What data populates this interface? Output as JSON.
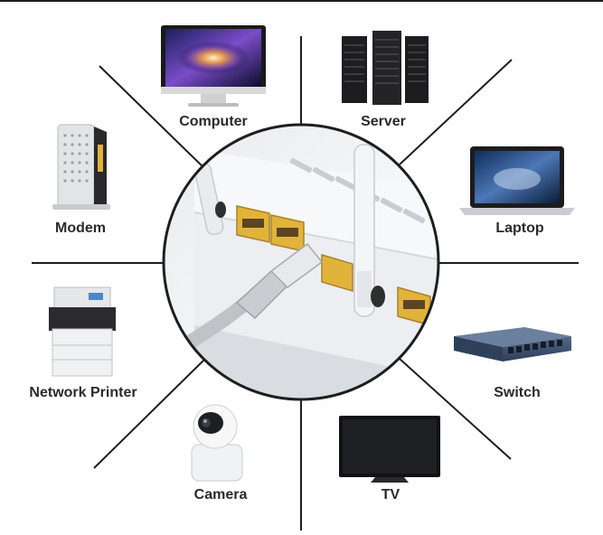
{
  "devices": {
    "computer": "Computer",
    "server": "Server",
    "modem": "Modem",
    "laptop": "Laptop",
    "network_printer": "Network Printer",
    "switch": "Switch",
    "camera": "Camera",
    "tv": "TV"
  },
  "icons": {
    "center": "router-with-ethernet-cable",
    "computer": "desktop-monitor-icon",
    "server": "server-rack-icon",
    "modem": "modem-icon",
    "laptop": "laptop-icon",
    "network_printer": "printer-icon",
    "switch": "network-switch-icon",
    "camera": "security-camera-icon",
    "tv": "tv-icon"
  },
  "colors": {
    "spokes": "#1e1e1e",
    "port_yellow": "#e2b33a",
    "router_white": "#f1f2f4",
    "switch_body": "#3b4f6c",
    "label": "#2a2a2a"
  }
}
